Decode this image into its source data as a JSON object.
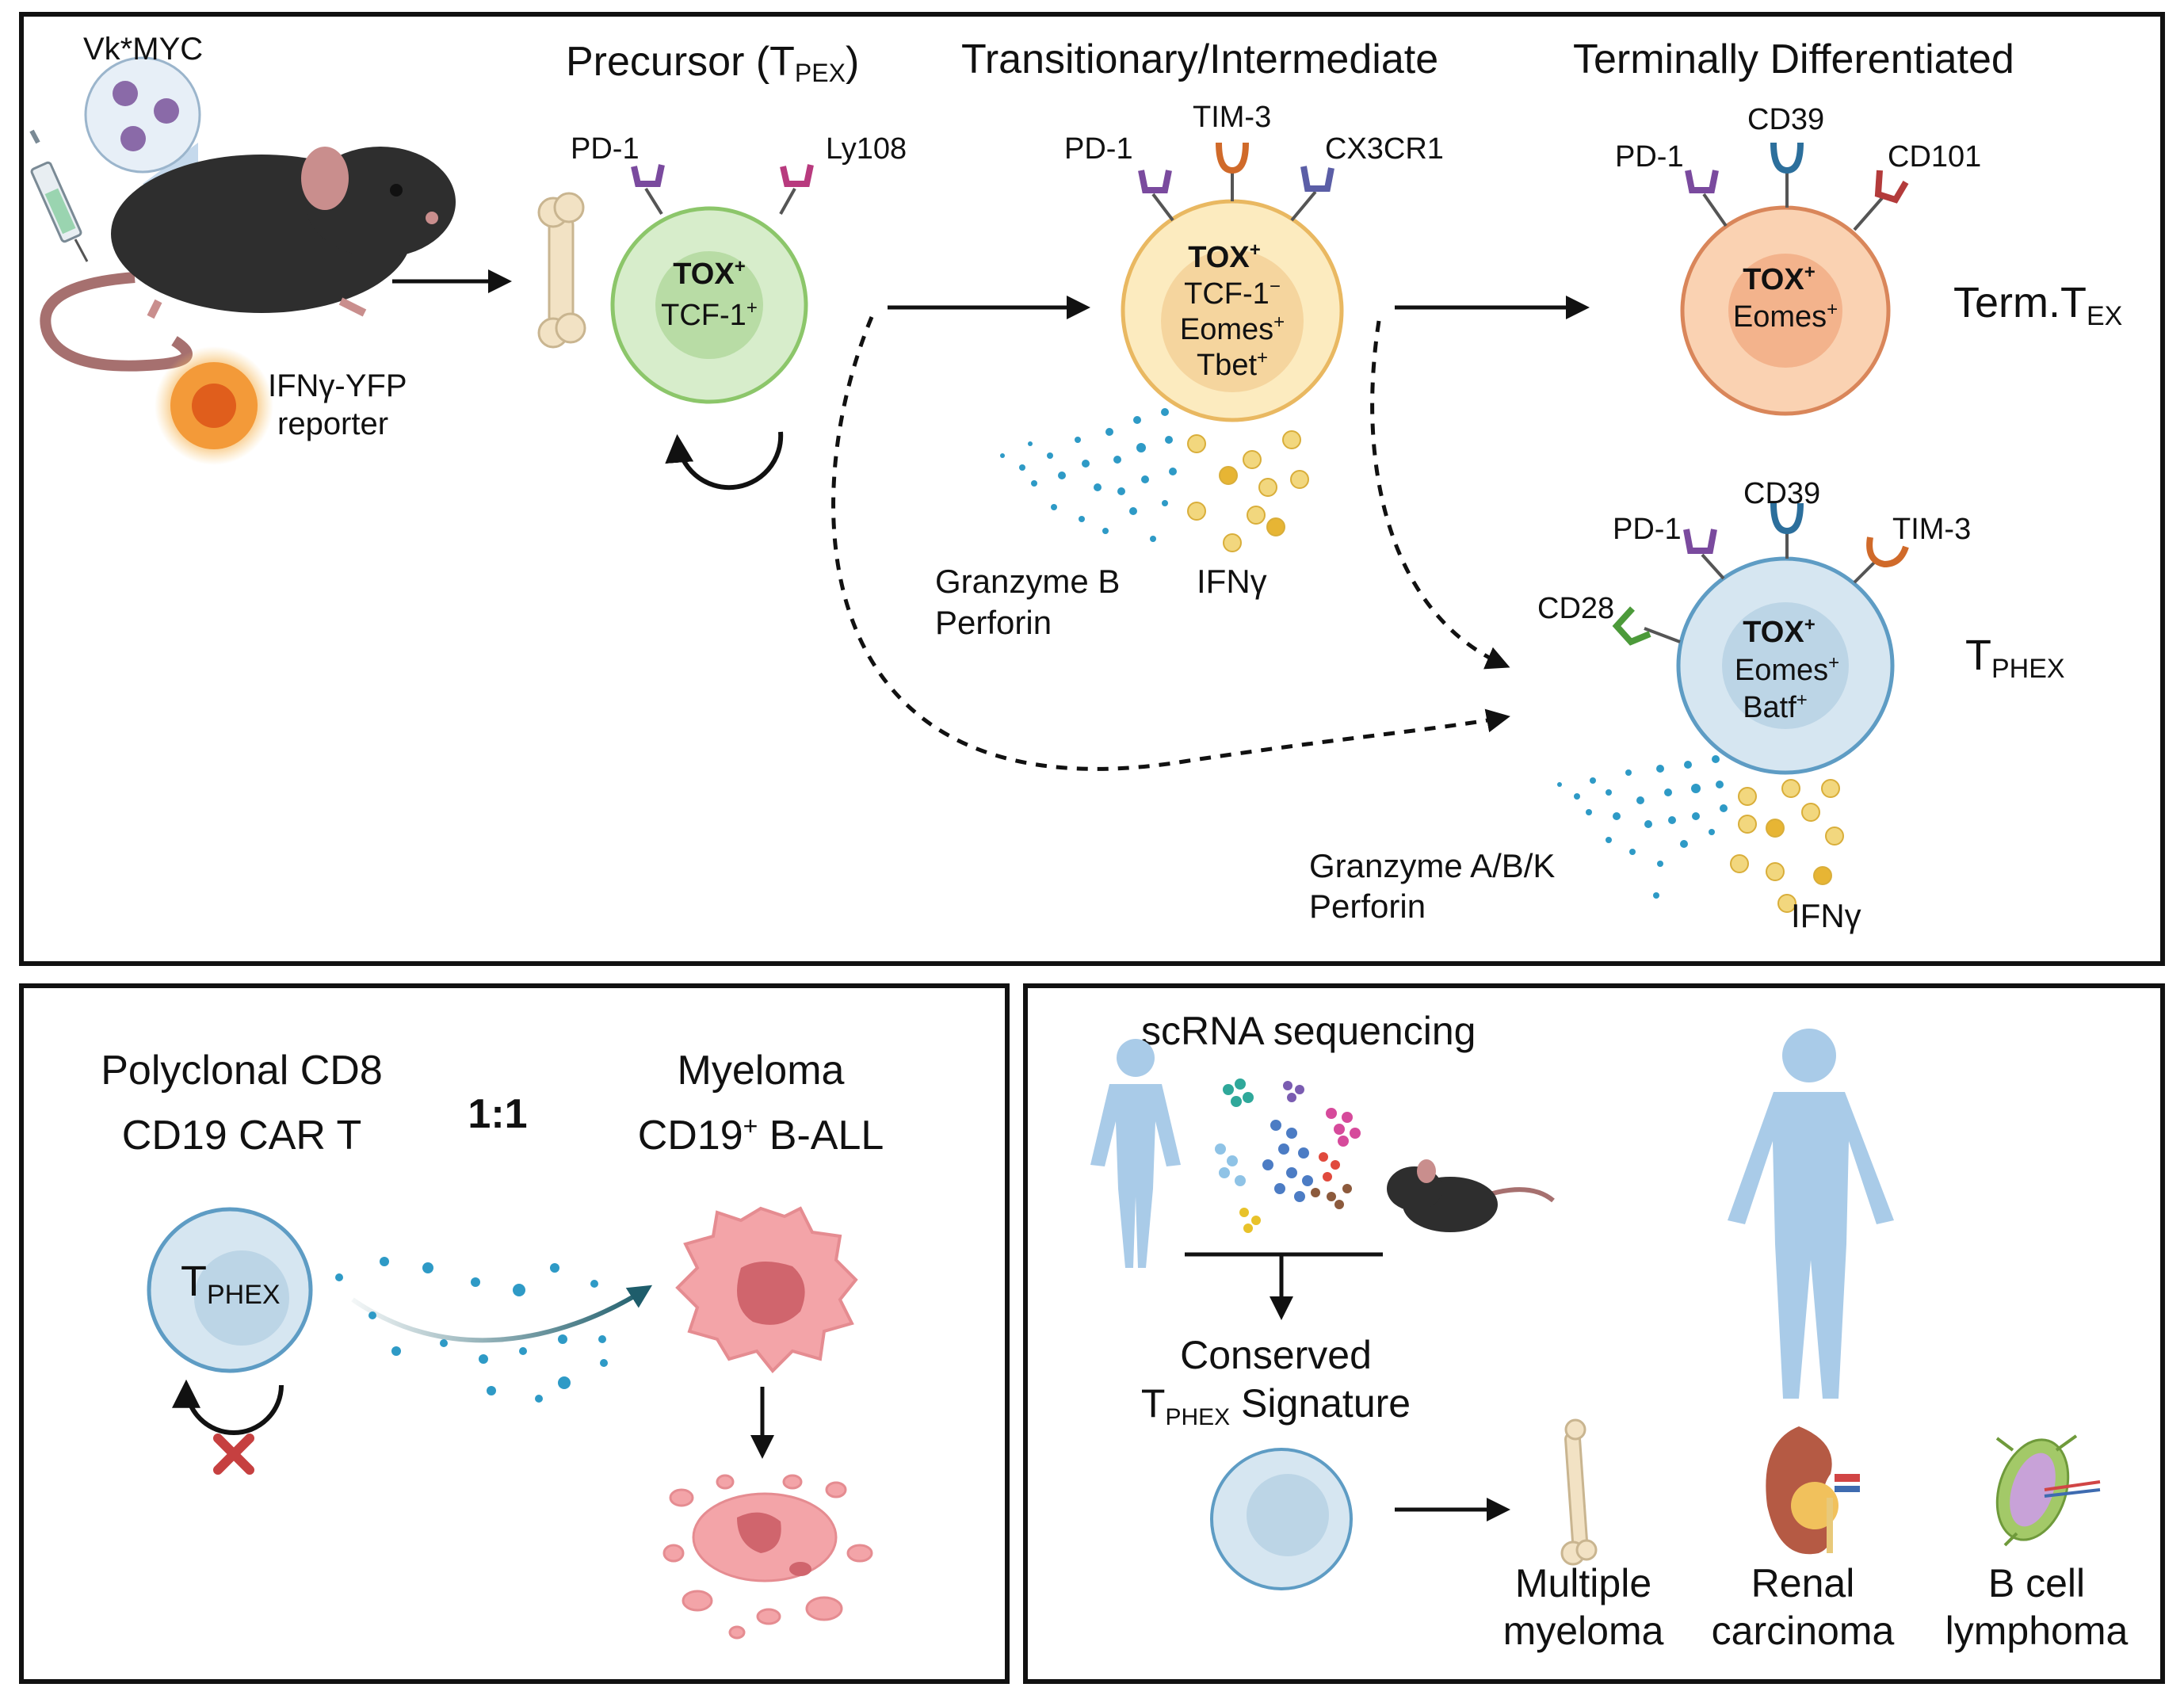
{
  "colors": {
    "green_cell": "#8CC66A",
    "yellow_cell": "#E9B861",
    "orange_cell": "#D9865A",
    "blue_cell": "#5E9CC4",
    "pd1": "#7A4A9E",
    "ly108": "#B83A7E",
    "tim3": "#D06A2A",
    "cx3cr1": "#5B5EA6",
    "cd39": "#2C6F9C",
    "cd101": "#B33B3B",
    "cd28": "#4C9A3A",
    "granzyme": "#2E9AC6",
    "ifng": "#E7C24C",
    "human": "#A9CBE8",
    "mouse": "#333333",
    "tumor": "#EC8C91",
    "inhibit_x": "#C64040"
  },
  "top_panel": {
    "model": {
      "mouse_label": "Vk*MYC",
      "reporter_label_1": "IFNγ-YFP",
      "reporter_label_2": "reporter",
      "icons": [
        "syringe-icon",
        "mouse-icon",
        "bone-icon",
        "reporter-cell-icon"
      ]
    },
    "precursor": {
      "title_main": "Precursor (T",
      "title_sub": "PEX",
      "title_end": ")",
      "receptor_1": "PD-1",
      "receptor_2": "Ly108",
      "line_1": "TOX",
      "line_1_sup": "+",
      "line_2": "TCF-1",
      "line_2_sup": "+"
    },
    "transitional": {
      "title": "Transitionary/Intermediate",
      "receptor_1": "PD-1",
      "receptor_2": "TIM-3",
      "receptor_3": "CX3CR1",
      "line_1": "TOX",
      "line_1_sup": "+",
      "line_2": "TCF-1",
      "line_2_sup": "−",
      "line_3": "Eomes",
      "line_3_sup": "+",
      "line_4": "Tbet",
      "line_4_sup": "+",
      "granzyme_label_1": "Granzyme B",
      "granzyme_label_2": "Perforin",
      "ifng_label": "IFNγ"
    },
    "terminal": {
      "title": "Terminally Differentiated",
      "receptor_1": "PD-1",
      "receptor_2": "CD39",
      "receptor_3": "CD101",
      "line_1": "TOX",
      "line_1_sup": "+",
      "line_2": "Eomes",
      "line_2_sup": "+",
      "side_main": "Term.T",
      "side_sub": "EX"
    },
    "tphex": {
      "receptor_1": "PD-1",
      "receptor_2": "CD39",
      "receptor_3": "TIM-3",
      "receptor_4": "CD28",
      "line_1": "TOX",
      "line_1_sup": "+",
      "line_2": "Eomes",
      "line_2_sup": "+",
      "line_3": "Batf",
      "line_3_sup": "+",
      "side_main": "T",
      "side_sub": "PHEX",
      "granzyme_label_1": "Granzyme A/B/K",
      "granzyme_label_2": "Perforin",
      "ifng_label": "IFNγ"
    }
  },
  "bottom_left": {
    "left_title_1": "Polyclonal CD8",
    "left_title_2": "CD19 CAR T",
    "ratio": "1:1",
    "right_title_1": "Myeloma",
    "right_title_2_a": "CD19",
    "right_title_2_sup": "+",
    "right_title_2_b": " B-ALL",
    "cell_main": "T",
    "cell_sub": "PHEX"
  },
  "bottom_right": {
    "title": "scRNA sequencing",
    "signature_1": "Conserved",
    "signature_2_main": "T",
    "signature_2_sub": "PHEX",
    "signature_2_end": " Signature",
    "tissues": [
      {
        "line_1": "Multiple",
        "line_2": "myeloma",
        "icon": "bone-icon"
      },
      {
        "line_1": "Renal",
        "line_2": "carcinoma",
        "icon": "kidney-icon"
      },
      {
        "line_1": "B cell",
        "line_2": "lymphoma",
        "icon": "lymph-node-icon"
      }
    ]
  }
}
